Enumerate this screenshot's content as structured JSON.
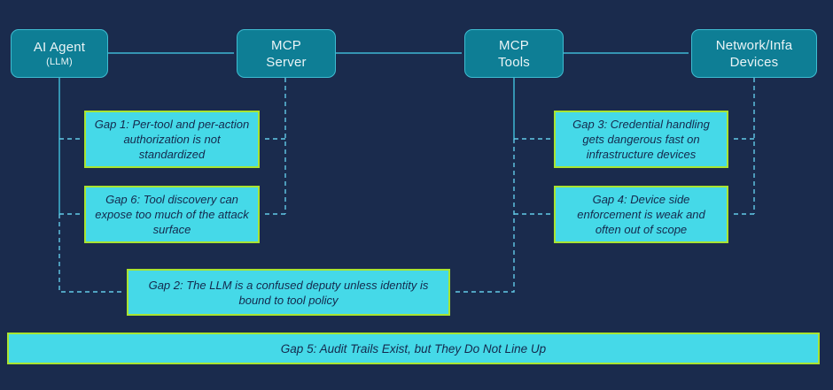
{
  "colors": {
    "bg": "#1a2b4d",
    "node_fill": "#0e7e95",
    "node_border": "#3fbcd1",
    "node_text": "#eaf4f6",
    "gap_fill": "#45d9e8",
    "gap_border": "#a9e431",
    "gap_text": "#14294d",
    "line_solid": "#3eb8d4",
    "line_dash": "#63cbe8"
  },
  "nodes": {
    "ai_agent": {
      "line1": "AI Agent",
      "line2": "(LLM)"
    },
    "mcp_server": {
      "line1": "MCP",
      "line2": "Server"
    },
    "mcp_tools": {
      "line1": "MCP",
      "line2": "Tools"
    },
    "network_devices": {
      "line1": "Network/Infa",
      "line2": "Devices"
    }
  },
  "gaps": {
    "gap1": "Gap 1: Per-tool and per-action authorization is not standardized",
    "gap6": "Gap 6: Tool discovery can expose too much of the attack surface",
    "gap3": "Gap 3: Credential handling gets dangerous fast on infrastructure devices",
    "gap4": "Gap 4: Device side enforcement is weak and often out of scope",
    "gap2": "Gap 2: The LLM is a confused deputy unless identity is bound to tool policy",
    "gap5": "Gap 5: Audit Trails Exist, but They Do Not Line Up"
  }
}
